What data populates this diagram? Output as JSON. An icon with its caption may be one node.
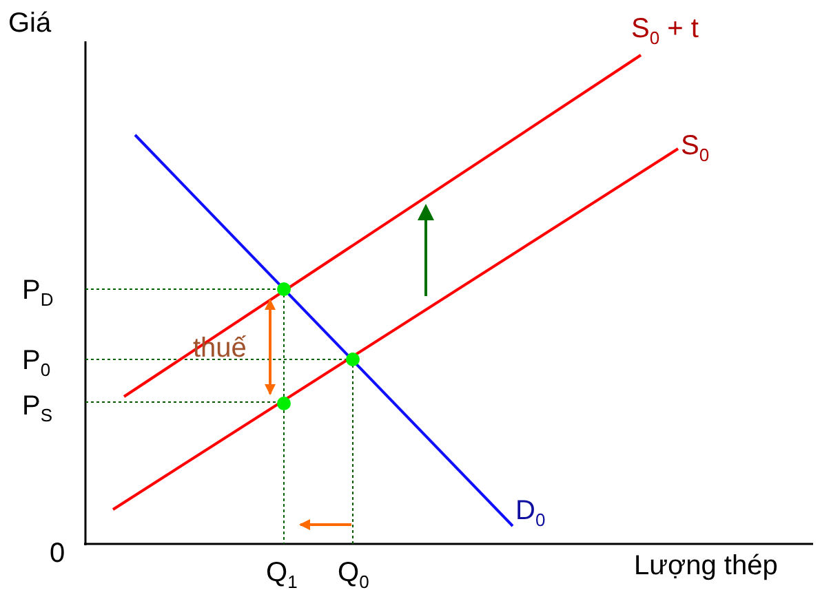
{
  "diagram": {
    "labels": [
      "Giá",
      "S$_{0}$ + t",
      "S$_{0}$",
      "P$_{D}$",
      "thuế",
      "P$_{0}$",
      "P$_{S}$",
      "D$_{0}$",
      "0",
      "Q$_{1}$",
      "Q$_{0}$",
      "Lượng thép"
    ]
  }
}
